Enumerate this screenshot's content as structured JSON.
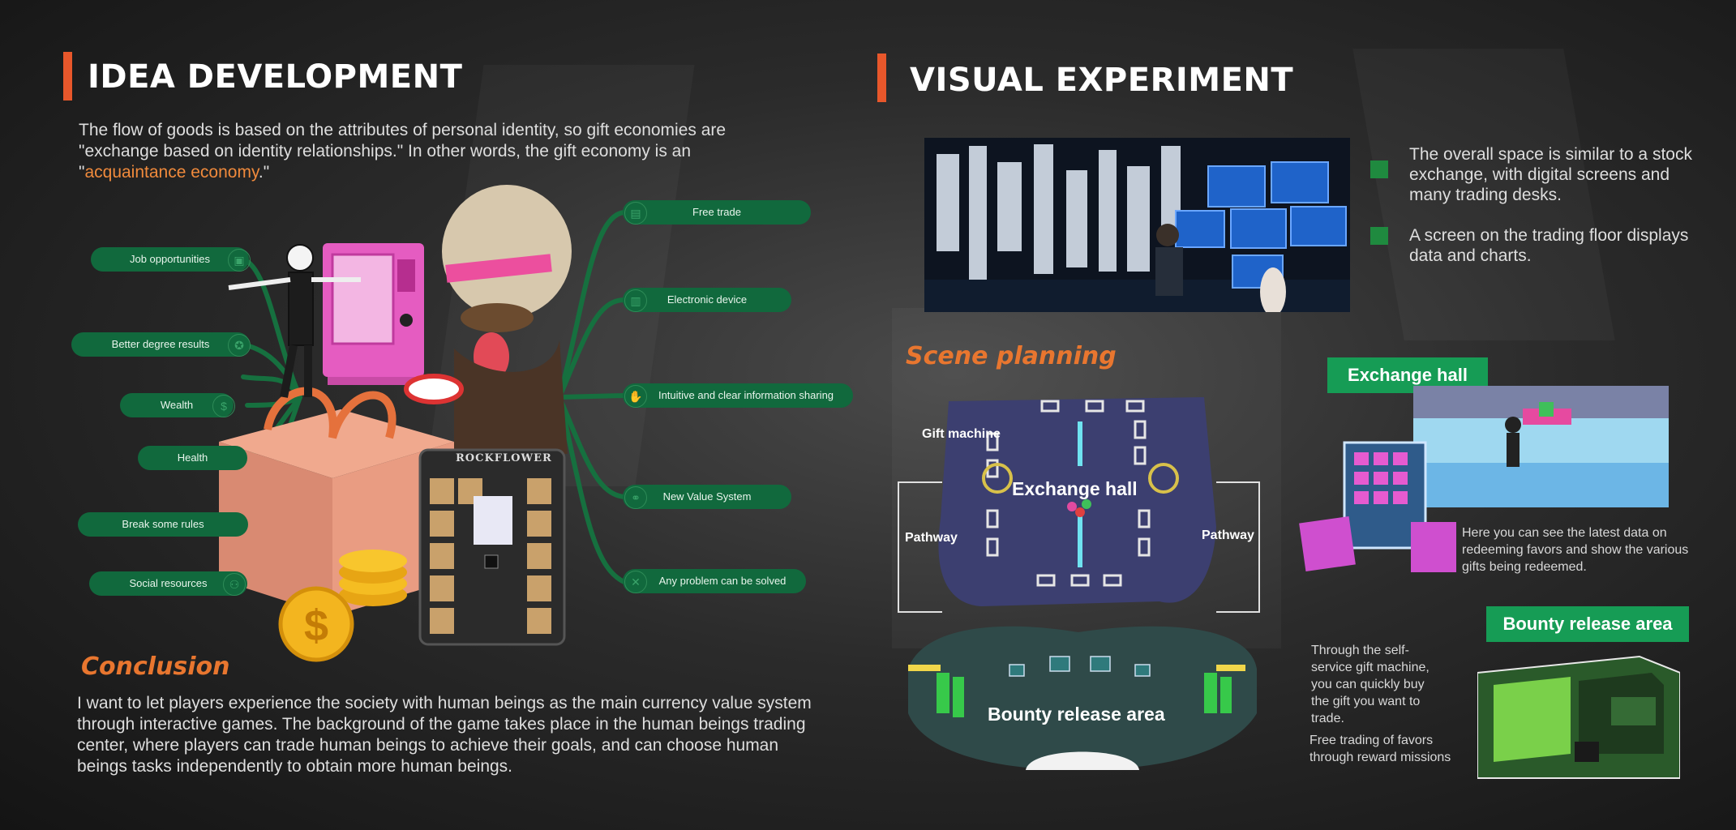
{
  "left": {
    "title": "IDEA DEVELOPMENT",
    "intro_part1": "The flow of goods is based on the attributes of personal identity, so gift economies are \"exchange based on identity relationships.\" In other words, the gift economy is an \"",
    "intro_highlight": "acquaintance economy",
    "intro_part2": ".\"",
    "left_items": [
      "Job opportunities",
      "Better degree results",
      "Wealth",
      "Health",
      "Break some rules",
      "Social resources"
    ],
    "right_items": [
      "Free trade",
      "Electronic device",
      "Intuitive and clear information sharing",
      "New Value System",
      "Any problem can be solved"
    ],
    "vending_brand": "ROCKFLOWER",
    "conclusion_title": "Conclusion",
    "conclusion_text": "I want to let players experience the society with human beings as the main currency value system through interactive games. The background of the game takes place in the human beings trading center, where players can trade human beings to achieve their goals, and can choose human beings tasks independently to obtain more human beings."
  },
  "right": {
    "title": "VISUAL EXPERIMENT",
    "bullets": [
      "The overall space is similar to a stock exchange, with digital screens and many trading desks.",
      "A screen on the trading floor displays data and charts."
    ],
    "scene_title": "Scene planning",
    "map_labels": {
      "gift_machine": "Gift machine",
      "exchange_hall": "Exchange hall",
      "pathway_left": "Pathway",
      "pathway_right": "Pathway",
      "bounty_area": "Bounty release area"
    },
    "exchange_label": "Exchange hall",
    "exchange_desc": "Here you can see the latest data on redeeming favors and show the various gifts being redeemed.",
    "bounty_label": "Bounty release area",
    "gift_desc": "Through the self-service gift machine, you can quickly buy the gift you want to trade.",
    "favor_desc": "Free trading of favors through reward missions"
  },
  "colors": {
    "accent_orange": "#e8762f",
    "title_bar": "#e8572b",
    "pill_green": "#11693d",
    "label_green": "#169c55"
  }
}
